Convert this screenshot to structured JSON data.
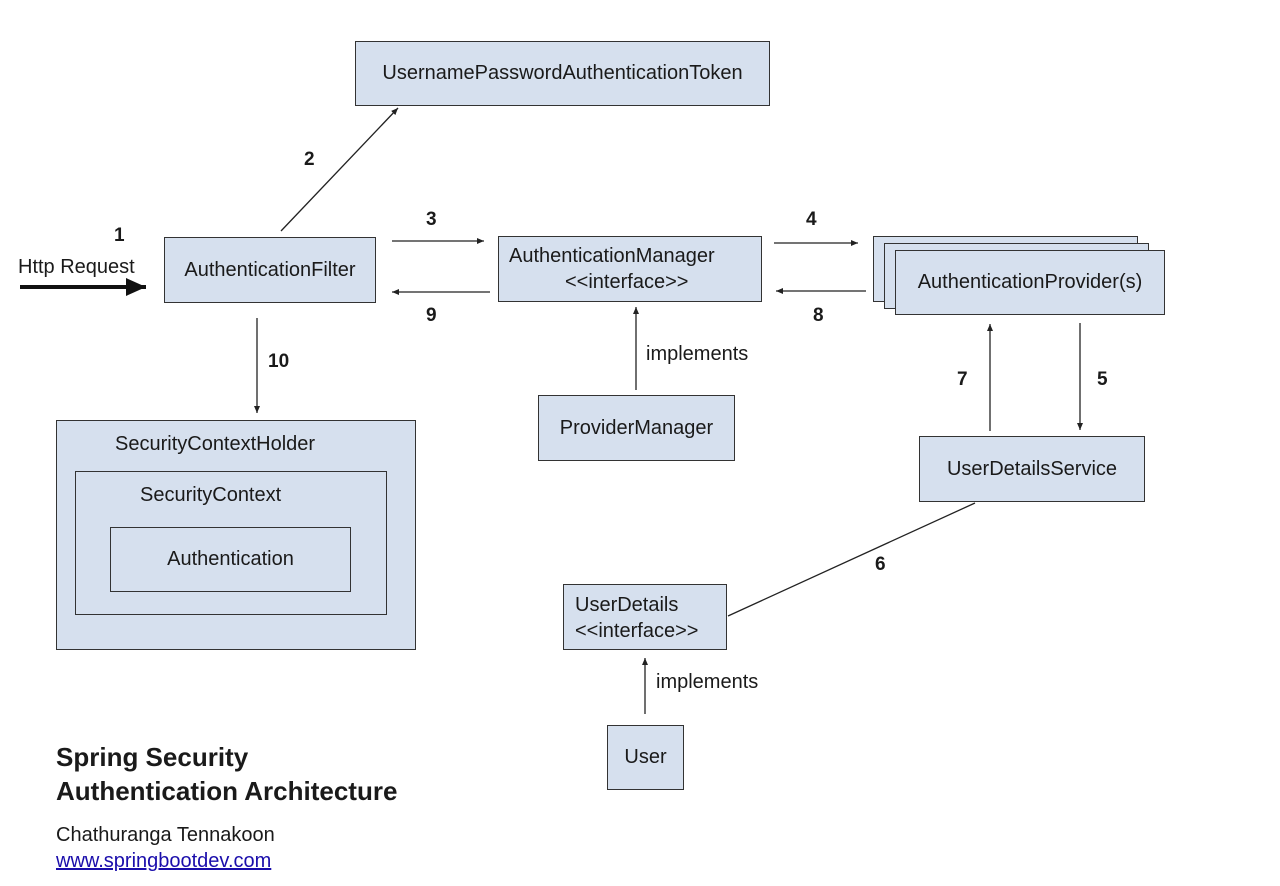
{
  "nodes": {
    "token": "UsernamePasswordAuthenticationToken",
    "filter": "AuthenticationFilter",
    "manager": "AuthenticationManager",
    "manager_stereotype": "<<interface>>",
    "providers": "AuthenticationProvider(s)",
    "provider_manager": "ProviderManager",
    "user_details_service": "UserDetailsService",
    "user_details": "UserDetails",
    "user_details_stereotype": "<<interface>>",
    "user": "User",
    "context_holder": "SecurityContextHolder",
    "context": "SecurityContext",
    "authentication": "Authentication"
  },
  "edge_labels": {
    "http_request": "Http Request",
    "implements_manager": "implements",
    "implements_user": "implements"
  },
  "steps": [
    "1",
    "2",
    "3",
    "4",
    "5",
    "6",
    "7",
    "8",
    "9",
    "10"
  ],
  "footer": {
    "title_line1": "Spring Security",
    "title_line2": "Authentication Architecture",
    "author": "Chathuranga Tennakoon",
    "website": "www.springbootdev.com"
  },
  "colors": {
    "box_fill": "#d6e0ee",
    "box_border": "#333333",
    "link": "#1a0dab"
  }
}
